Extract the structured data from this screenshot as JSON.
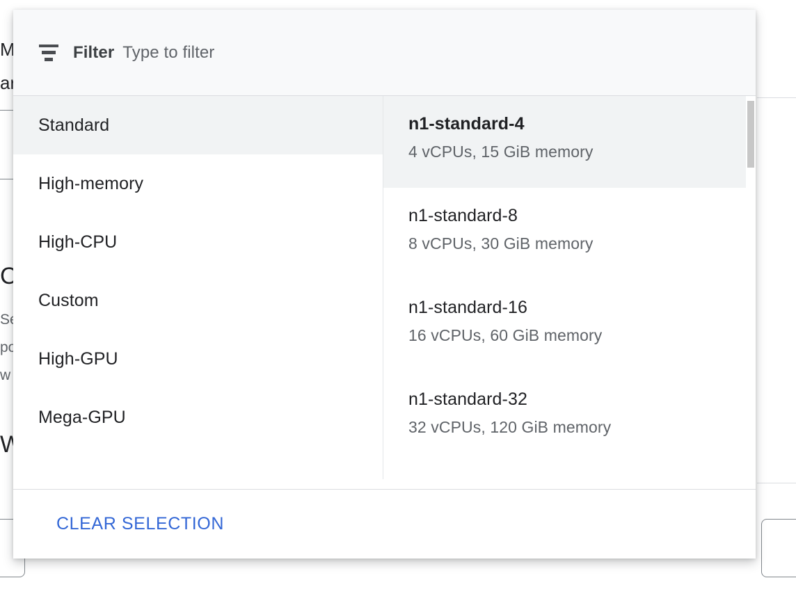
{
  "background": {
    "top_fragment_1": "M",
    "top_fragment_2": "ar",
    "heading_fragment_1": "C",
    "body_fragment_1": "Se",
    "body_fragment_2": "po",
    "body_fragment_3": "w",
    "heading_fragment_2": "W"
  },
  "filter": {
    "icon": "filter-icon",
    "label": "Filter",
    "placeholder": "Type to filter",
    "value": ""
  },
  "categories": [
    {
      "label": "Standard",
      "selected": true
    },
    {
      "label": "High-memory",
      "selected": false
    },
    {
      "label": "High-CPU",
      "selected": false
    },
    {
      "label": "Custom",
      "selected": false
    },
    {
      "label": "High-GPU",
      "selected": false
    },
    {
      "label": "Mega-GPU",
      "selected": false
    }
  ],
  "machine_types": [
    {
      "name": "n1-standard-4",
      "specs": "4 vCPUs, 15 GiB memory",
      "selected": true
    },
    {
      "name": "n1-standard-8",
      "specs": "8 vCPUs, 30 GiB memory",
      "selected": false
    },
    {
      "name": "n1-standard-16",
      "specs": "16 vCPUs, 60 GiB memory",
      "selected": false
    },
    {
      "name": "n1-standard-32",
      "specs": "32 vCPUs, 120 GiB memory",
      "selected": false
    }
  ],
  "footer": {
    "clear_selection_label": "CLEAR SELECTION"
  },
  "colors": {
    "accent_blue": "#3367d6",
    "selected_row_bg": "#f1f3f4",
    "header_bg": "#f8f9fa",
    "divider": "#dadce0",
    "primary_text": "#202124",
    "secondary_text": "#5f6368",
    "scrollbar_thumb": "#c7c7c7"
  }
}
